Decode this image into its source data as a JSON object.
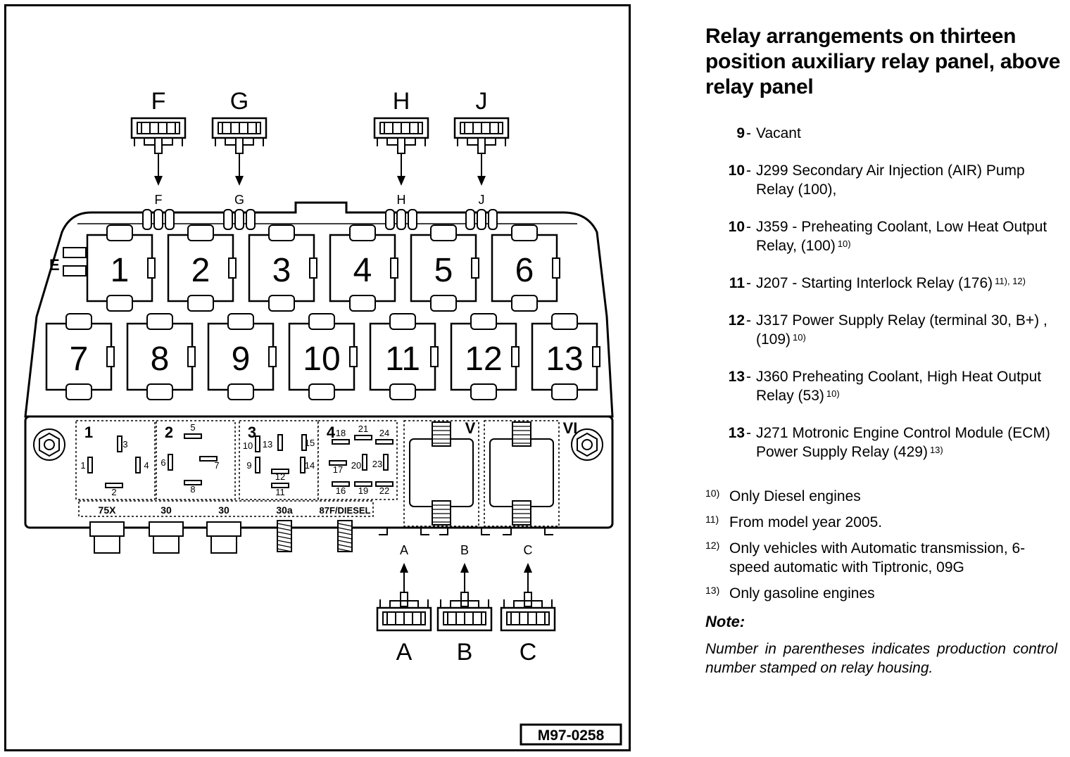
{
  "diagram": {
    "top_connectors": [
      "F",
      "G",
      "H",
      "J"
    ],
    "top_connector_marks": [
      "F",
      "G",
      "H",
      "J"
    ],
    "side_connector": "E",
    "relay_positions_row1": [
      "1",
      "2",
      "3",
      "4",
      "5",
      "6"
    ],
    "relay_positions_row2": [
      "7",
      "8",
      "9",
      "10",
      "11",
      "12",
      "13"
    ],
    "sockets": [
      {
        "number": "1",
        "pins": [
          "3",
          "1",
          "4",
          "2"
        ]
      },
      {
        "number": "2",
        "pins": [
          "5",
          "6",
          "7",
          "8"
        ]
      },
      {
        "number": "3",
        "pins": [
          "10",
          "13",
          "15",
          "9",
          "12",
          "14",
          "11"
        ]
      },
      {
        "number": "4",
        "pins": [
          "18",
          "21",
          "24",
          "17",
          "20",
          "23",
          "16",
          "19",
          "22"
        ]
      }
    ],
    "fuse_holders": [
      "V",
      "VI"
    ],
    "terminal_labels": [
      "75X",
      "30",
      "30",
      "30a",
      "87F/DIESEL"
    ],
    "bottom_connector_marks": [
      "A",
      "B",
      "C"
    ],
    "bottom_connectors": [
      "A",
      "B",
      "C"
    ],
    "figure_id": "M97-0258"
  },
  "legend": {
    "title": "Relay arrangements on thirteen position auxiliary relay panel, above relay panel",
    "items": [
      {
        "num": "9",
        "text": "Vacant",
        "sup": ""
      },
      {
        "num": "10",
        "text": "J299 Secondary Air Injection (AIR) Pump Relay  (100),",
        "sup": ""
      },
      {
        "num": "10",
        "text": "J359 -  Preheating Coolant, Low Heat Output Relay, (100)",
        "sup": "10)"
      },
      {
        "num": "11",
        "text": "J207 - Starting Interlock Relay (176)",
        "sup": "11), 12)"
      },
      {
        "num": "12",
        "text": "J317 Power Supply Relay (terminal 30, B+) , (109)",
        "sup": "10)"
      },
      {
        "num": "13",
        "text": "J360 Preheating Coolant, High Heat Output Relay (53)",
        "sup": "10)"
      },
      {
        "num": "13",
        "text": "J271 Motronic Engine Control Module (ECM) Power Supply Relay (429)",
        "sup": "13)"
      }
    ],
    "footnotes": [
      {
        "num": "10)",
        "text": "Only Diesel engines"
      },
      {
        "num": "11)",
        "text": "From model year 2005."
      },
      {
        "num": "12)",
        "text": "Only vehicles with Automatic transmission, 6-speed automatic with Tiptronic, 09G"
      },
      {
        "num": "13)",
        "text": "Only gasoline engines"
      }
    ],
    "note_heading": "Note:",
    "note_text": "Number in parentheses indicates production control number stamped on relay housing."
  }
}
